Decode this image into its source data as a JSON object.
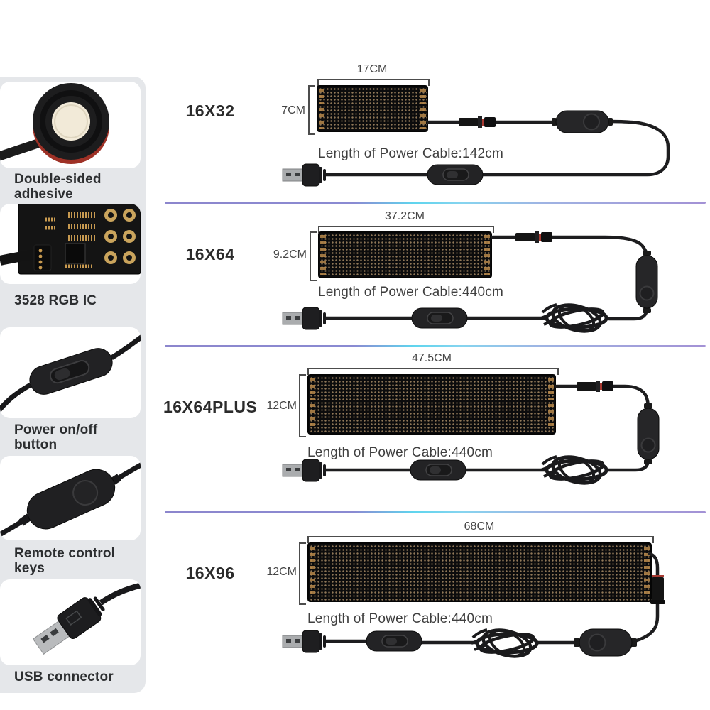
{
  "sidebar": {
    "items": [
      {
        "label": "Double-sided adhesive"
      },
      {
        "label": "3528 RGB IC"
      },
      {
        "label": "Power on/off button"
      },
      {
        "label": "Remote control keys"
      },
      {
        "label": "USB connector"
      }
    ]
  },
  "rows": [
    {
      "title": "16X32",
      "width": "17CM",
      "height": "7CM",
      "cable": "Length of Power Cable:142cm"
    },
    {
      "title": "16X64",
      "width": "37.2CM",
      "height": "9.2CM",
      "cable": "Length of Power Cable:440cm"
    },
    {
      "title": "16X64PLUS",
      "width": "47.5CM",
      "height": "12CM",
      "cable": "Length of Power Cable:440cm"
    },
    {
      "title": "16X96",
      "width": "68CM",
      "height": "12CM",
      "cable": "Length of Power Cable:440cm"
    }
  ],
  "colors": {
    "sidebar_bg": "#e5e7ea",
    "panel_black": "#0c0c0d",
    "led_dot": "#ffd296",
    "gold_contact": "#b8884a",
    "divider_purple": "#8c86cd",
    "divider_cyan": "#5fd5ee",
    "tape_rim_red": "#9e3126",
    "cable_black": "#1d1d1f"
  }
}
